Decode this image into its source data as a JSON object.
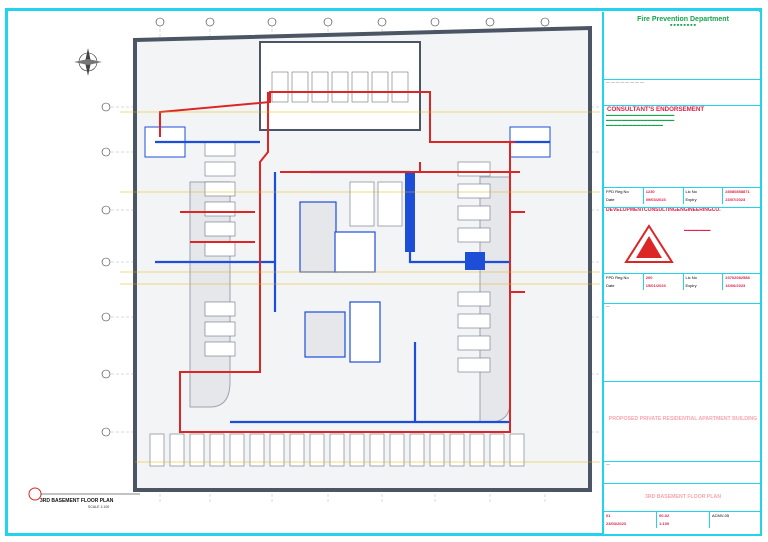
{
  "drawing": {
    "plan_title": "3RD BASEMENT FLOOR PLAN",
    "scale_note": "SCALE 1:100"
  },
  "titleblock": {
    "department": "Fire Prevention Department",
    "endorsement_header": "CONSULTANT'S ENDORSEMENT",
    "consultant_name": "DEVELOPMENTCONSULTINGENGINEERINGCO.",
    "rows": [
      {
        "label_a": "FPD Reg No",
        "val_a": "1230",
        "label_b": "Lic No",
        "val_b": "28080858871"
      },
      {
        "label_a": "Date",
        "val_a": "09/03/2023",
        "label_b": "Expiry",
        "val_b": "23/07/2023"
      },
      {
        "label_a": "FPD Reg No",
        "val_a": "200",
        "label_b": "Lic No",
        "val_b": "23702082588"
      },
      {
        "label_a": "Date",
        "val_a": "15/01/2023",
        "label_b": "Expiry",
        "val_b": "16/06/2023"
      }
    ],
    "project_title": "PROPOSED PRIVATE RESIDENTIAL APARTMENT BUILDING",
    "drawing_title": "3RD BASEMENT FLOOR PLAN",
    "scale": "1:100",
    "drawing_no": "ACMV-05",
    "rev": "00-02",
    "date": "23/03/2023",
    "sheet": "01",
    "colors": {
      "frame": "#22d3ee",
      "pipe": "#dc2626",
      "duct": "#1d4ed8",
      "grid": "#eab308",
      "wall": "#6b7280",
      "accent_green": "#16a34a"
    }
  }
}
